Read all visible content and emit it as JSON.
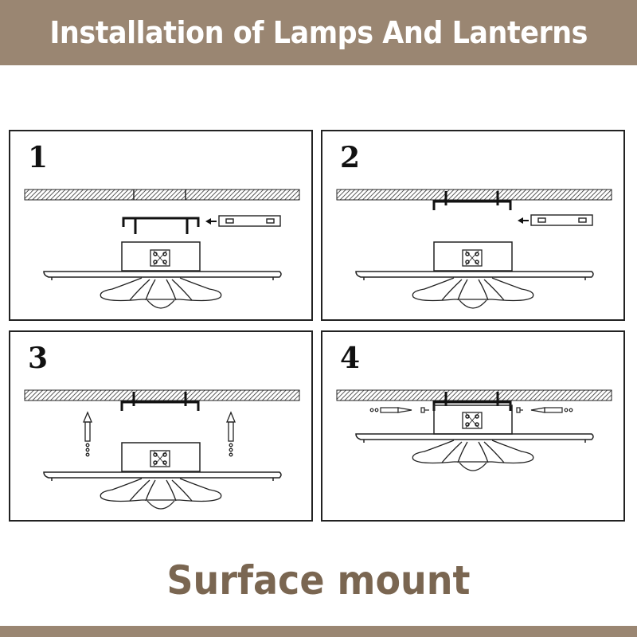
{
  "header": {
    "title": "Installation of Lamps And Lanterns"
  },
  "steps": [
    {
      "number": "1"
    },
    {
      "number": "2"
    },
    {
      "number": "3"
    },
    {
      "number": "4"
    }
  ],
  "footer": {
    "caption": "Surface mount"
  },
  "colors": {
    "banner": "#9a8672",
    "caption": "#7a6651",
    "line": "#222222"
  }
}
